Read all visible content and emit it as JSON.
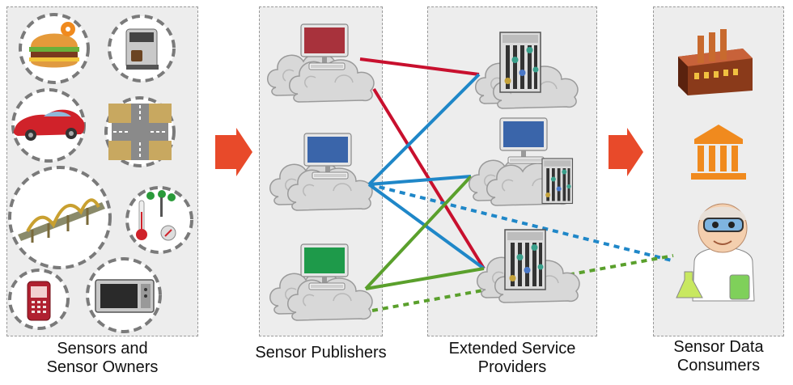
{
  "columns": {
    "owners": {
      "label_line1": "Sensors and",
      "label_line2": "Sensor Owners"
    },
    "publishers": {
      "label": "Sensor Publishers"
    },
    "providers": {
      "label_line1": "Extended Service",
      "label_line2": "Providers"
    },
    "consumers": {
      "label_line1": "Sensor Data",
      "label_line2": "Consumers"
    }
  },
  "sensor_icons": [
    "rss-burger-icon",
    "coffee-machine-icon",
    "car-icon",
    "crossroad-icon",
    "bridge-icon",
    "weather-station-icon",
    "mobile-phone-icon",
    "microwave-icon"
  ],
  "publisher_screens": [
    "#a8323c",
    "#3a65aa",
    "#1e9a4a"
  ],
  "provider_screen": "#3a65aa",
  "consumer_icons": [
    "factory-icon",
    "government-building-icon",
    "scientist-icon"
  ],
  "colors": {
    "panel": "#ededed",
    "arrow": "#e84a2a",
    "red_link": "#c8102e",
    "blue_link": "#1f87c8",
    "green_link": "#5aa02c"
  }
}
